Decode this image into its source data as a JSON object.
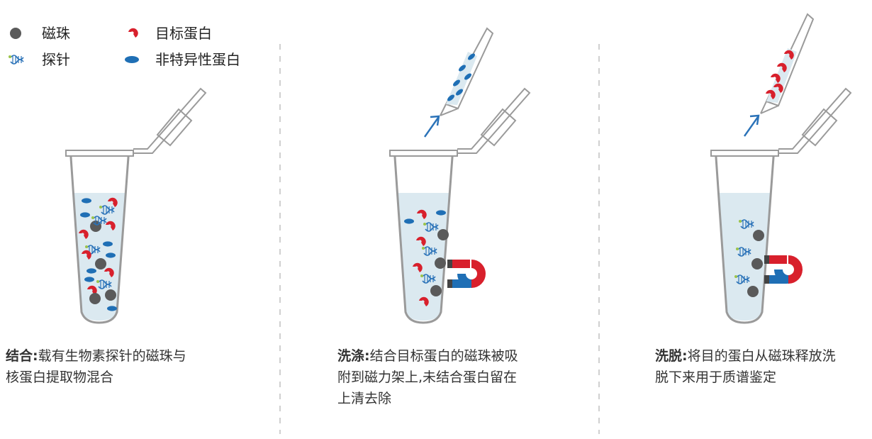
{
  "legend": {
    "bead": "磁珠",
    "probe": "探针",
    "target_protein": "目标蛋白",
    "nonspecific_protein": "非特异性蛋白"
  },
  "steps": [
    {
      "title": "结合:",
      "line1": "载有生物素探针的磁珠与",
      "line2": "核蛋白提取物混合"
    },
    {
      "title": "洗涤:",
      "line1": "结合目标蛋白的磁珠被吸",
      "line2": "附到磁力架上,未结合蛋白留在",
      "line3": "上清去除"
    },
    {
      "title": "洗脱:",
      "line1": "将目的蛋白从磁珠释放洗",
      "line2": "脱下来用于质谱鉴定"
    }
  ],
  "colors": {
    "bead": "#5a5a5a",
    "target_protein": "#d8202c",
    "nonspecific_protein": "#1f6fb5",
    "probe": "#2a72b8",
    "liquid": "#dbe9f0",
    "tube_outline": "#9a9a9a",
    "arrow": "#2a72b8",
    "magnet_red": "#d8202c",
    "magnet_blue": "#1f6fb5",
    "divider": "#bbbbbb"
  }
}
